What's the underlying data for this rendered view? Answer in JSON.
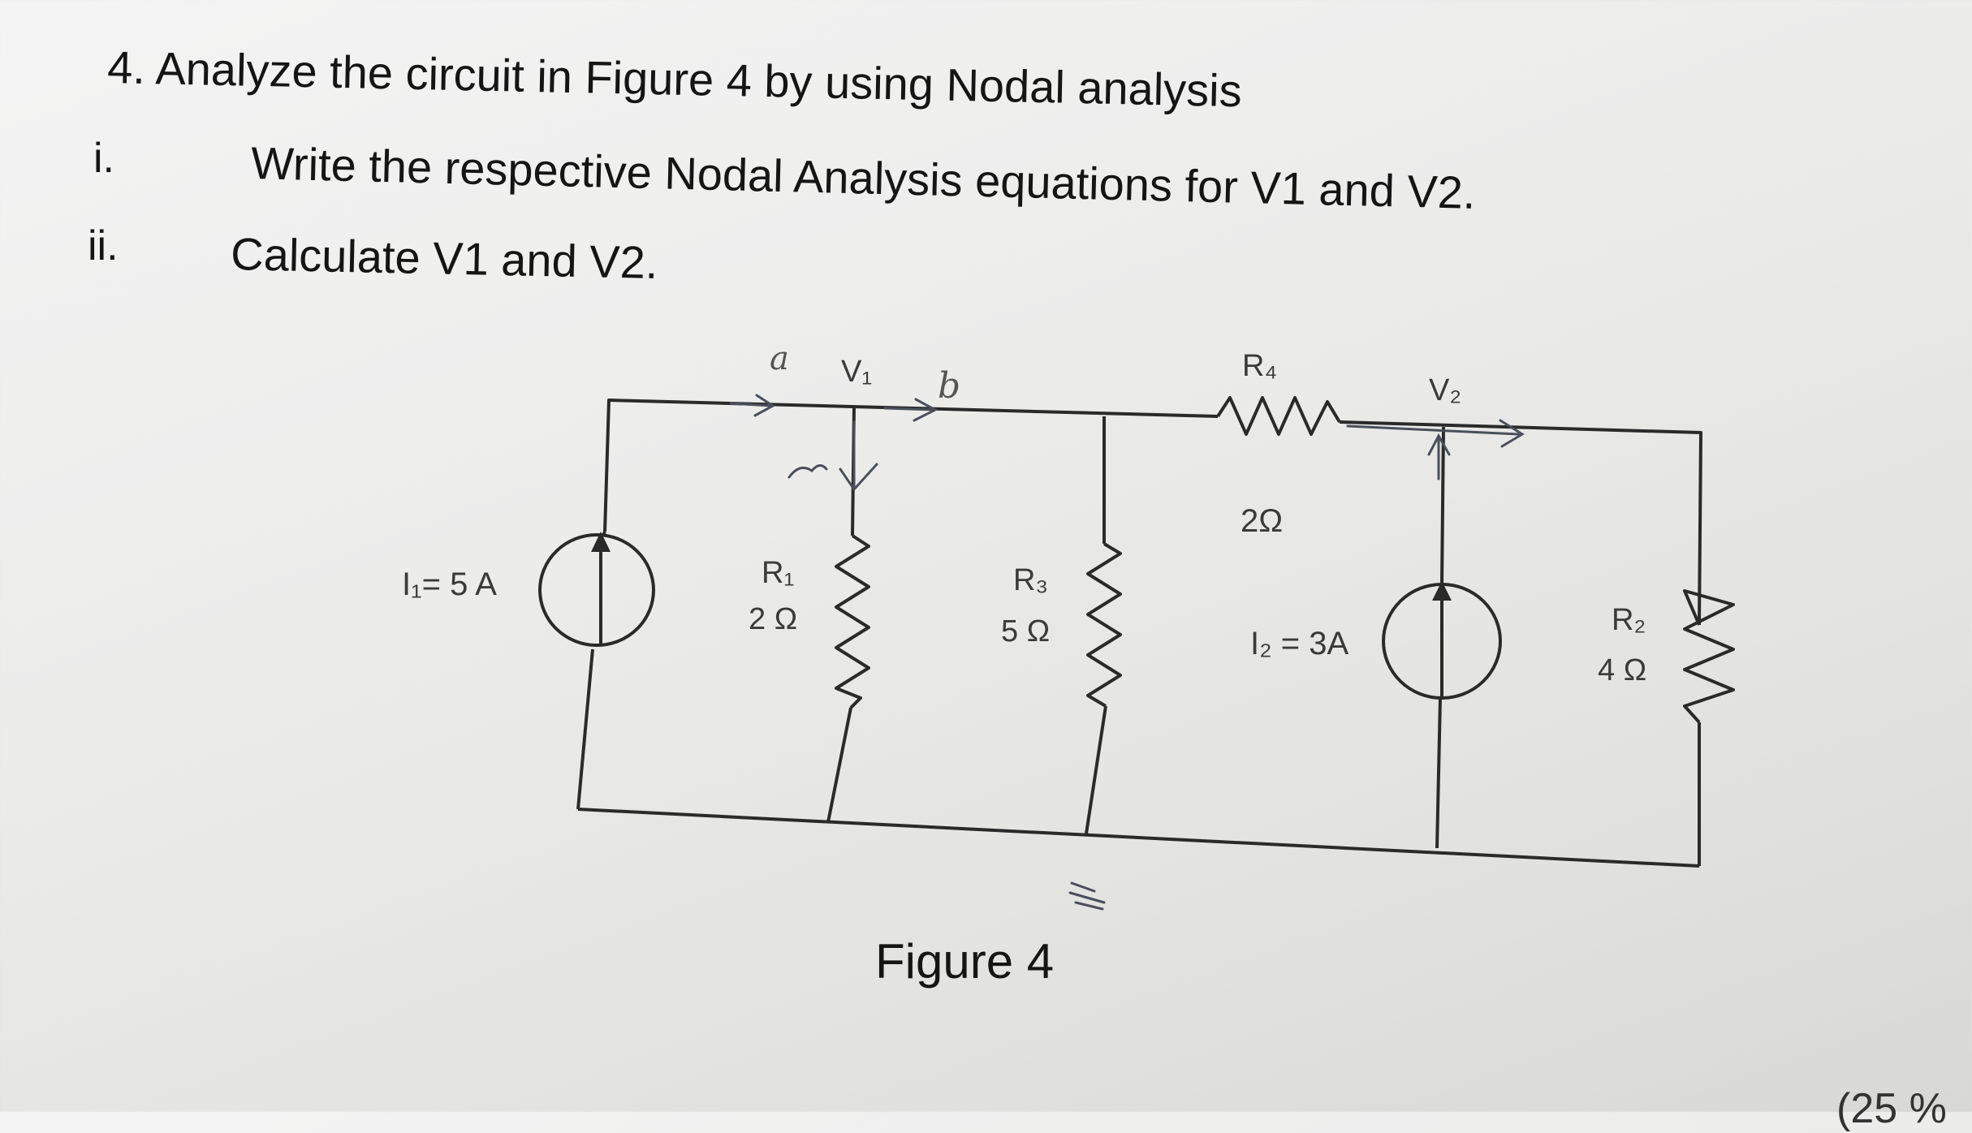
{
  "question": {
    "title": "4. Analyze the circuit in Figure 4 by using Nodal analysis",
    "parts": [
      {
        "num": "i.",
        "text": "Write the respective Nodal Analysis equations for V1 and V2."
      },
      {
        "num": "ii.",
        "text": "Calculate V1 and V2."
      }
    ]
  },
  "circuit": {
    "source1": "I₁= 5 A",
    "source2": "I₂ = 3A",
    "r1": {
      "name": "R₁",
      "value": "2 Ω"
    },
    "r3": {
      "name": "R₃",
      "value": "5 Ω"
    },
    "r4": {
      "name": "R₄",
      "value": "2Ω"
    },
    "r2": {
      "name": "R₂",
      "value": "4 Ω"
    },
    "node_v1": "V₁",
    "node_v2": "V₂",
    "handwritten_a": "a",
    "handwritten_b": "b"
  },
  "figure_caption": "Figure 4",
  "cutoff_text": "(25 %"
}
